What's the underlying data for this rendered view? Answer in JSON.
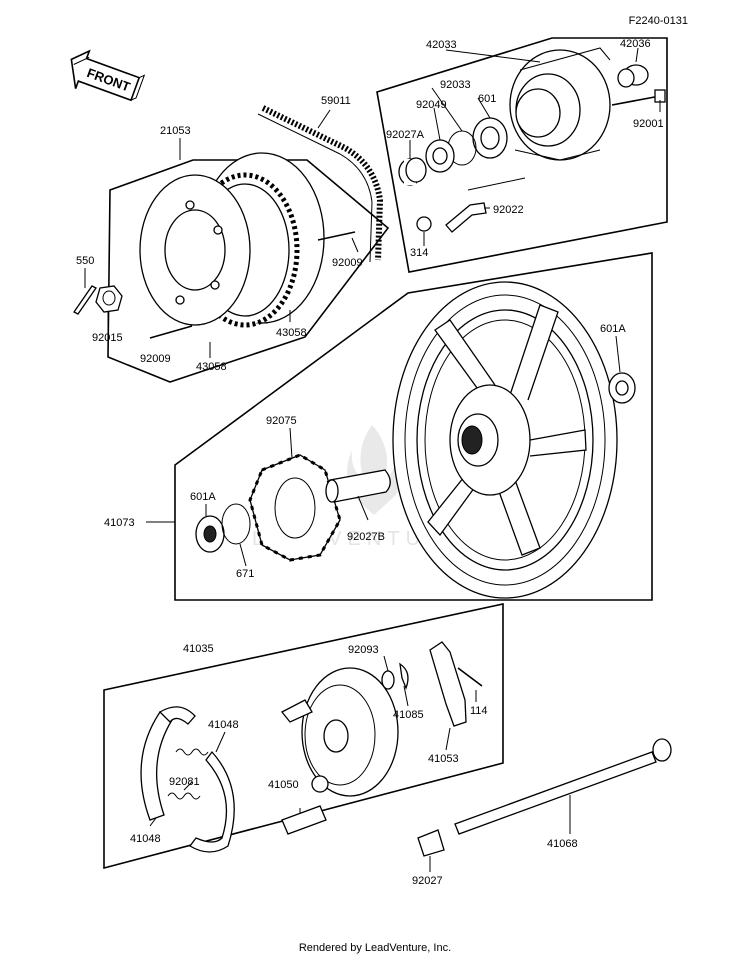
{
  "diagram_code": "F2240-0131",
  "front_badge": "FRONT",
  "footer": "Rendered by LeadVenture, Inc.",
  "watermark": "LEADVENTURE",
  "parts": {
    "p42033": "42033",
    "p42036": "42036",
    "p92033": "92033",
    "p92049": "92049",
    "p601_top": "601",
    "p92001": "92001",
    "p92027A": "92027A",
    "p92022": "92022",
    "p314": "314",
    "p59011": "59011",
    "p21053": "21053",
    "p92009_a": "92009",
    "p92009_b": "92009",
    "p550": "550",
    "p92015": "92015",
    "p43058_a": "43058",
    "p43058_b": "43058",
    "p601A_right": "601A",
    "p92075": "92075",
    "p601A_left": "601A",
    "p41073": "41073",
    "p671": "671",
    "p92027B": "92027B",
    "p41035": "41035",
    "p92093": "92093",
    "p41085": "41085",
    "p114": "114",
    "p41048_a": "41048",
    "p92081": "92081",
    "p41048_b": "41048",
    "p41050": "41050",
    "p41053": "41053",
    "p41068": "41068",
    "p92027": "92027"
  }
}
